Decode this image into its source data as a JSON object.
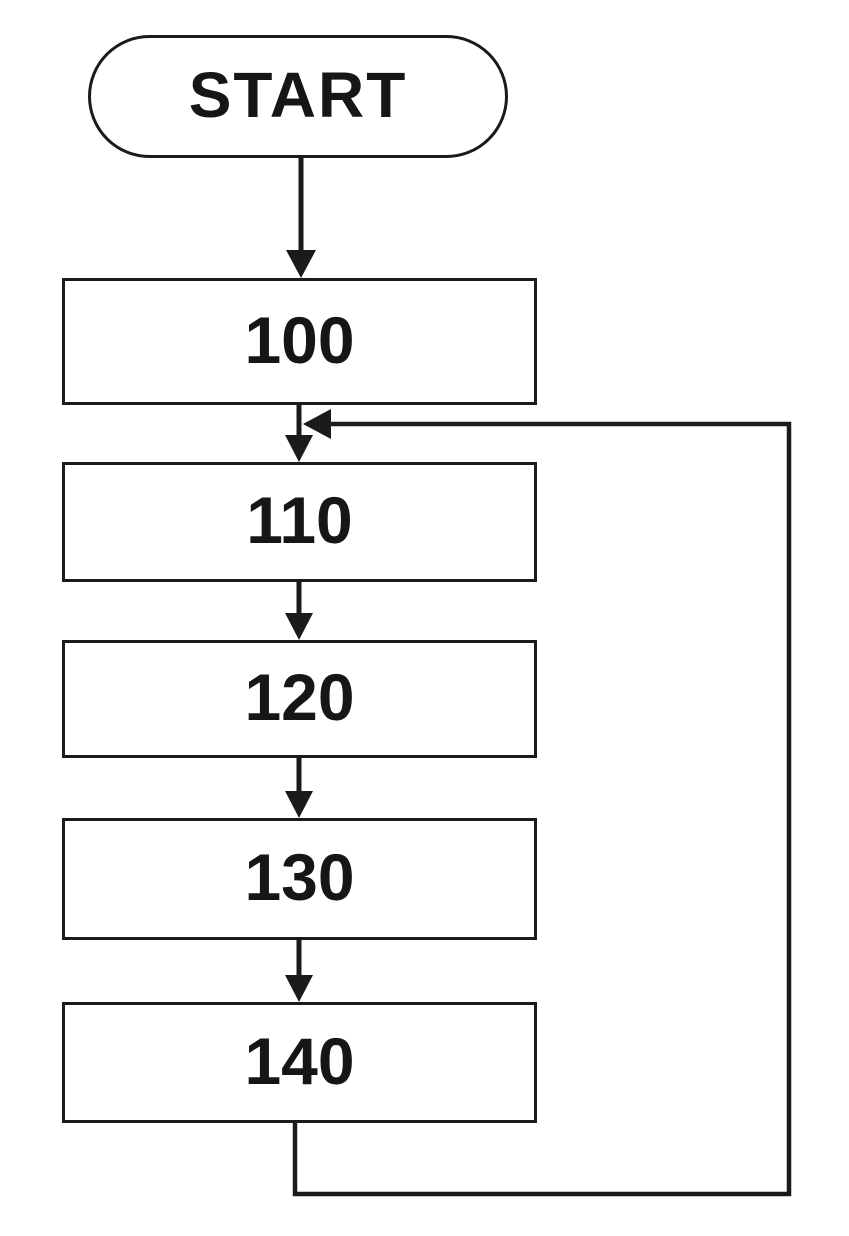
{
  "colors": {
    "background": "#ffffff",
    "stroke": "#1b1b1b",
    "text": "#161616"
  },
  "diagram": {
    "type": "flowchart",
    "start": {
      "label": "START"
    },
    "steps": [
      {
        "id": "100",
        "label": "100"
      },
      {
        "id": "110",
        "label": "110"
      },
      {
        "id": "120",
        "label": "120"
      },
      {
        "id": "130",
        "label": "130"
      },
      {
        "id": "140",
        "label": "140"
      }
    ],
    "edges": [
      {
        "from": "start",
        "to": "100",
        "kind": "arrow"
      },
      {
        "from": "100",
        "to": "110",
        "kind": "arrow"
      },
      {
        "from": "110",
        "to": "120",
        "kind": "arrow"
      },
      {
        "from": "120",
        "to": "130",
        "kind": "arrow"
      },
      {
        "from": "130",
        "to": "140",
        "kind": "arrow"
      },
      {
        "from": "140",
        "to": "110",
        "kind": "loop-back"
      }
    ]
  }
}
